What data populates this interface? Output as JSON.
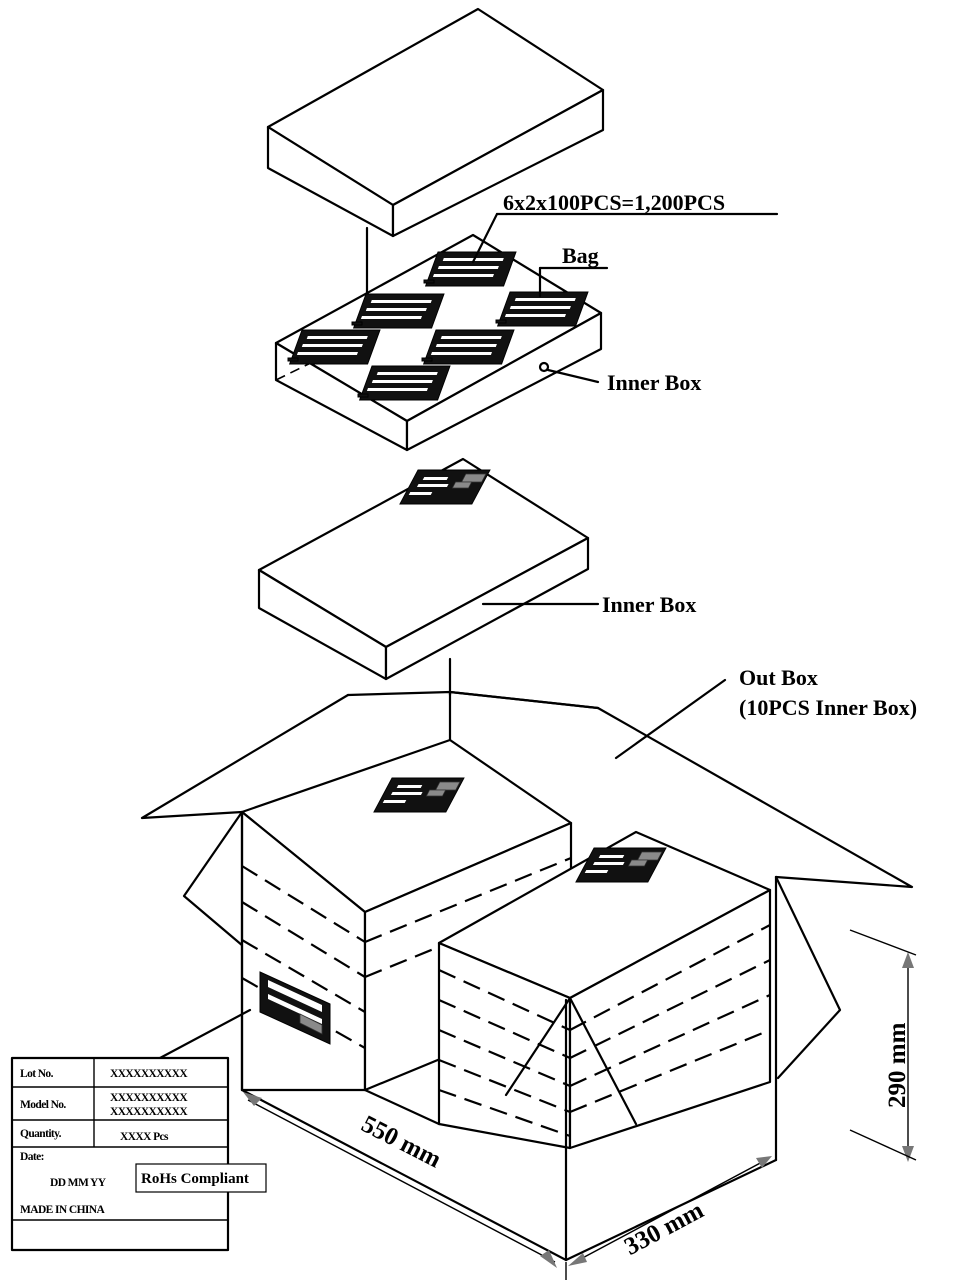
{
  "labels": {
    "quantity_formula": "6x2x100PCS=1,200PCS",
    "bag": "Bag",
    "inner_box_top": "Inner Box",
    "inner_box_middle": "Inner Box",
    "out_box_line1": "Out Box",
    "out_box_line2": "(10PCS Inner Box)"
  },
  "dimensions": {
    "length": "550 mm",
    "width": "330 mm",
    "height": "290 mm"
  },
  "carton_label": {
    "lot_no_label": "Lot No.",
    "lot_no_value": "XXXXXXXXXX",
    "model_no_label": "Model No.",
    "model_no_value_1": "XXXXXXXXXX",
    "model_no_value_2": "XXXXXXXXXX",
    "quantity_label": "Quantity.",
    "quantity_value": "XXXX  Pcs",
    "date_label": "Date:",
    "date_value": "DD  MM  YY",
    "rohs": "RoHs Compliant",
    "origin": "MADE IN CHINA"
  }
}
